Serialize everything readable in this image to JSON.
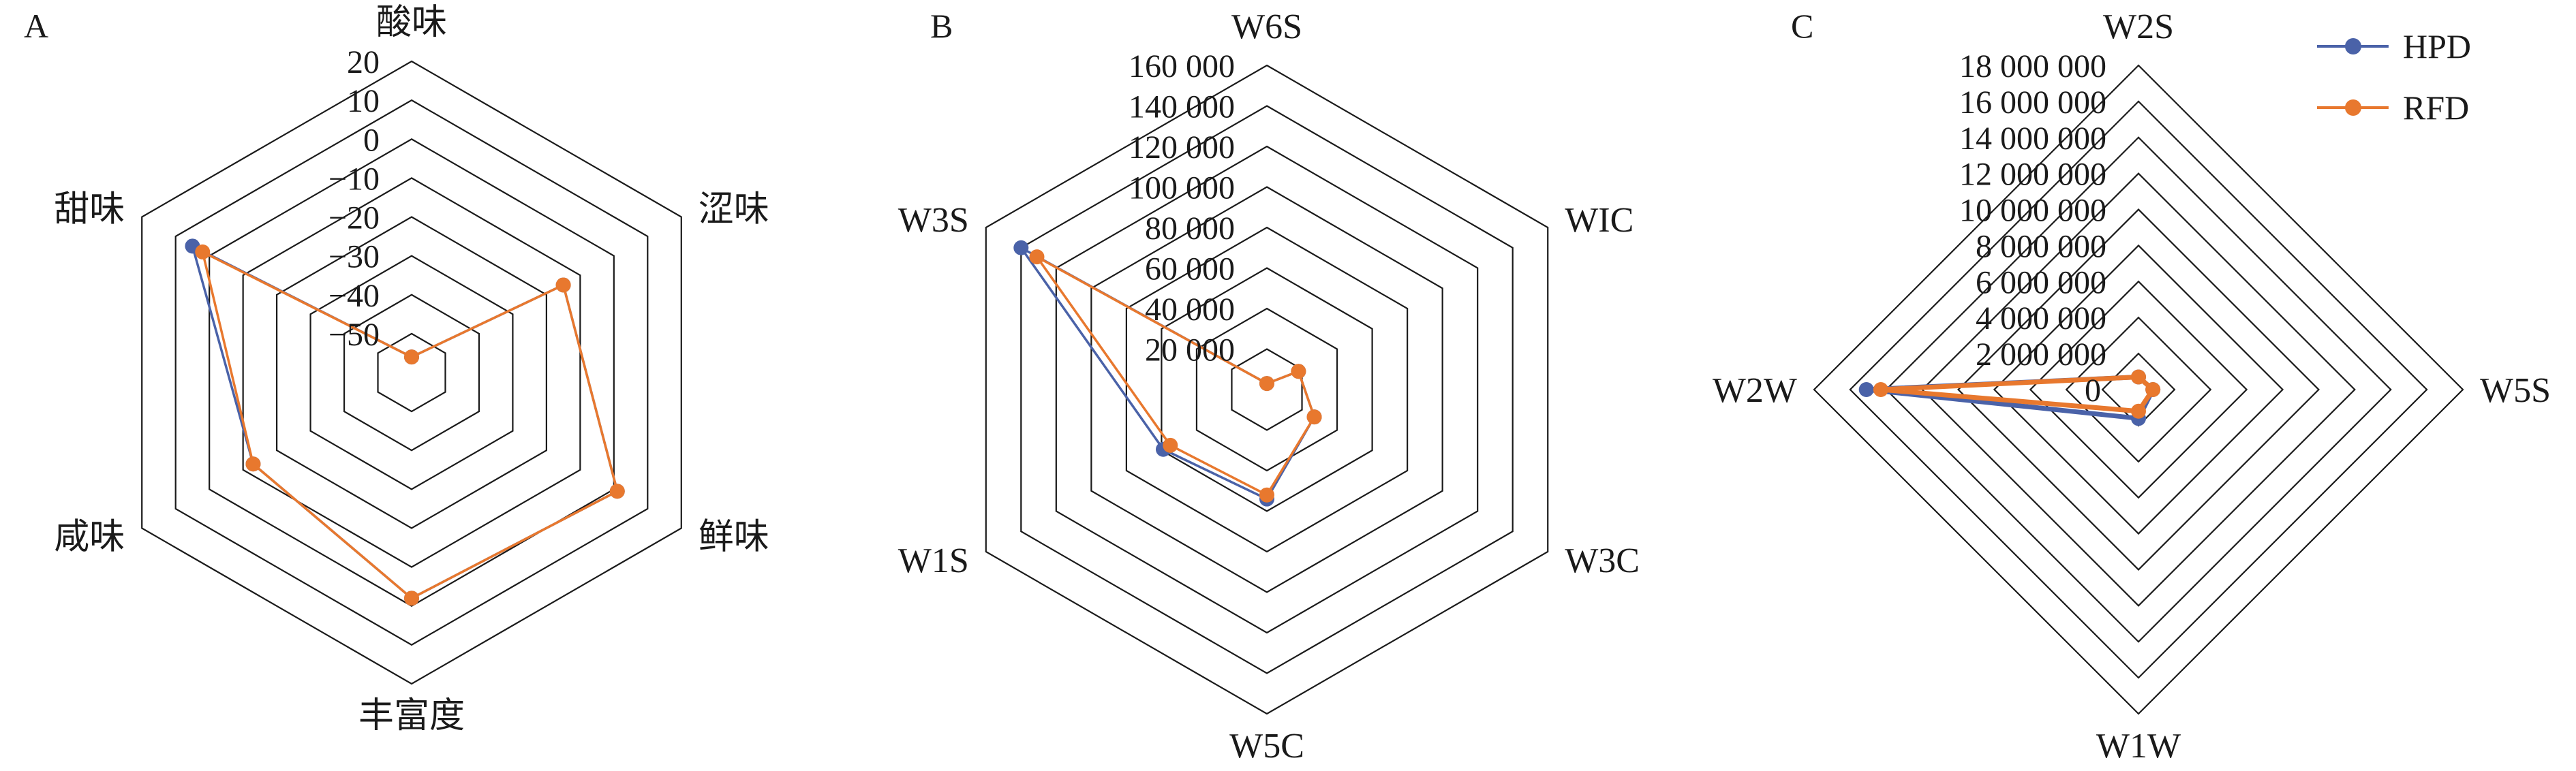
{
  "chart_data": [
    {
      "type": "radar",
      "panel": "A",
      "axes": [
        "酸味",
        "涩味",
        "鲜味",
        "丰富度",
        "咸味",
        "甜味"
      ],
      "range": [
        -60,
        20
      ],
      "ticks": [
        -50,
        -40,
        -30,
        -20,
        -10,
        0,
        10,
        20
      ],
      "tick_labels": [
        "−50",
        "−40",
        "−30",
        "−20",
        "−10",
        "0",
        "10",
        "20"
      ],
      "series": [
        {
          "name": "HPD",
          "color": "#4a62a8",
          "values": [
            -56,
            -15,
            1,
            -2,
            -13,
            5
          ]
        },
        {
          "name": "RFD",
          "color": "#e8782e",
          "values": [
            -56,
            -15,
            1,
            -2,
            -13,
            2
          ]
        }
      ]
    },
    {
      "type": "radar",
      "panel": "B",
      "axes": [
        "W6S",
        "WIC",
        "W3C",
        "W5C",
        "W1S",
        "W3S"
      ],
      "range": [
        0,
        160000
      ],
      "ticks": [
        20000,
        40000,
        60000,
        80000,
        100000,
        120000,
        140000,
        160000
      ],
      "tick_labels": [
        "20 000",
        "40 000",
        "60 000",
        "80 000",
        "100 000",
        "120 000",
        "140 000",
        "160 000"
      ],
      "series": [
        {
          "name": "HPD",
          "color": "#4a62a8",
          "values": [
            3000,
            18000,
            27000,
            54000,
            59000,
            140000
          ]
        },
        {
          "name": "RFD",
          "color": "#e8782e",
          "values": [
            3000,
            18000,
            27000,
            52000,
            55000,
            131000
          ]
        }
      ]
    },
    {
      "type": "radar",
      "panel": "C",
      "axes": [
        "W2S",
        "W5S",
        "W1W",
        "W2W"
      ],
      "range": [
        0,
        18000000
      ],
      "ticks": [
        0,
        2000000,
        4000000,
        6000000,
        8000000,
        10000000,
        12000000,
        14000000,
        16000000,
        18000000
      ],
      "tick_labels": [
        "0",
        "2 000 000",
        "4 000 000",
        "6 000 000",
        "8 000 000",
        "10 000 000",
        "12 000 000",
        "14 000 000",
        "16 000 000",
        "18 000 000"
      ],
      "legend": {
        "position": "top-right",
        "entries": [
          "HPD",
          "RFD"
        ]
      },
      "series": [
        {
          "name": "HPD",
          "color": "#4a62a8",
          "values": [
            700000,
            800000,
            1600000,
            15100000
          ]
        },
        {
          "name": "RFD",
          "color": "#e8782e",
          "values": [
            700000,
            800000,
            1200000,
            14300000
          ]
        }
      ]
    }
  ]
}
